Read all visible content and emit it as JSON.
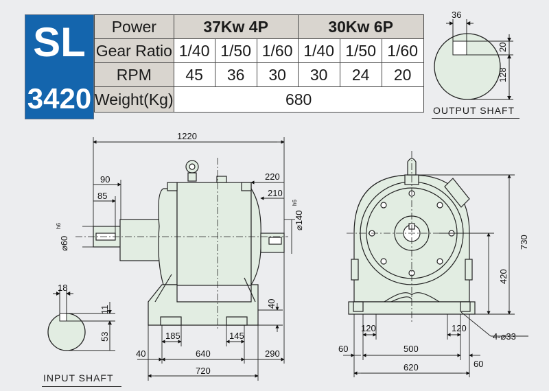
{
  "model": {
    "series": "SL",
    "number": "3420"
  },
  "table": {
    "row_labels": {
      "power": "Power",
      "ratio": "Gear Ratio",
      "rpm": "RPM",
      "weight": "Weight(Kg)"
    },
    "power_groups": [
      "37Kw  4P",
      "30Kw  6P"
    ],
    "gear_ratios": [
      "1/40",
      "1/50",
      "1/60",
      "1/40",
      "1/50",
      "1/60"
    ],
    "rpm": [
      "45",
      "36",
      "30",
      "30",
      "24",
      "20"
    ],
    "weight": "680"
  },
  "captions": {
    "output_shaft": "OUTPUT  SHAFT",
    "input_shaft": "INPUT  SHAFT"
  },
  "dims": {
    "out_key_w": "36",
    "out_key_d": "20",
    "out_h": "128",
    "in_key_w": "18",
    "in_key_d": "11",
    "in_h": "53",
    "total_len": "1220",
    "d90": "90",
    "d85": "85",
    "d220": "220",
    "d210": "210",
    "shaft_in": "⌀60",
    "shaft_in_tol": "h6",
    "shaft_out": "⌀140",
    "shaft_out_tol": "h6",
    "d40v": "40",
    "d185": "185",
    "d145": "145",
    "d40h": "40",
    "d640": "640",
    "d290": "290",
    "d720": "720",
    "height730": "730",
    "height420": "420",
    "d120a": "120",
    "d120b": "120",
    "d60a": "60",
    "d500": "500",
    "d60b": "60",
    "d620": "620",
    "holes": "4-⌀33"
  },
  "colors": {
    "body": "#e2ede2",
    "badge": "#1465ad",
    "header": "#d9d5cf",
    "background": "#ecedef"
  }
}
